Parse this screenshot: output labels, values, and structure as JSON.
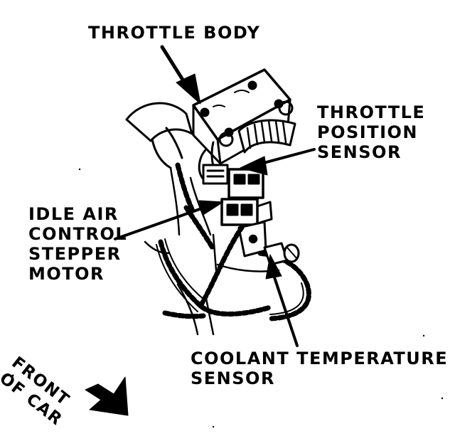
{
  "labels": {
    "throttle_body": "THROTTLE BODY",
    "throttle_position_sensor": [
      "THROTTLE",
      "POSITION",
      "SENSOR"
    ],
    "idle_air_control": [
      "IDLE AIR",
      "CONTROL",
      "STEPPER",
      "MOTOR"
    ],
    "coolant_temperature_sensor": [
      "COOLANT TEMPERATURE",
      "SENSOR"
    ],
    "front_of_car": [
      "FRONT",
      "OF CAR"
    ]
  },
  "colors": {
    "ink": "#000000",
    "paper": "#ffffff"
  }
}
